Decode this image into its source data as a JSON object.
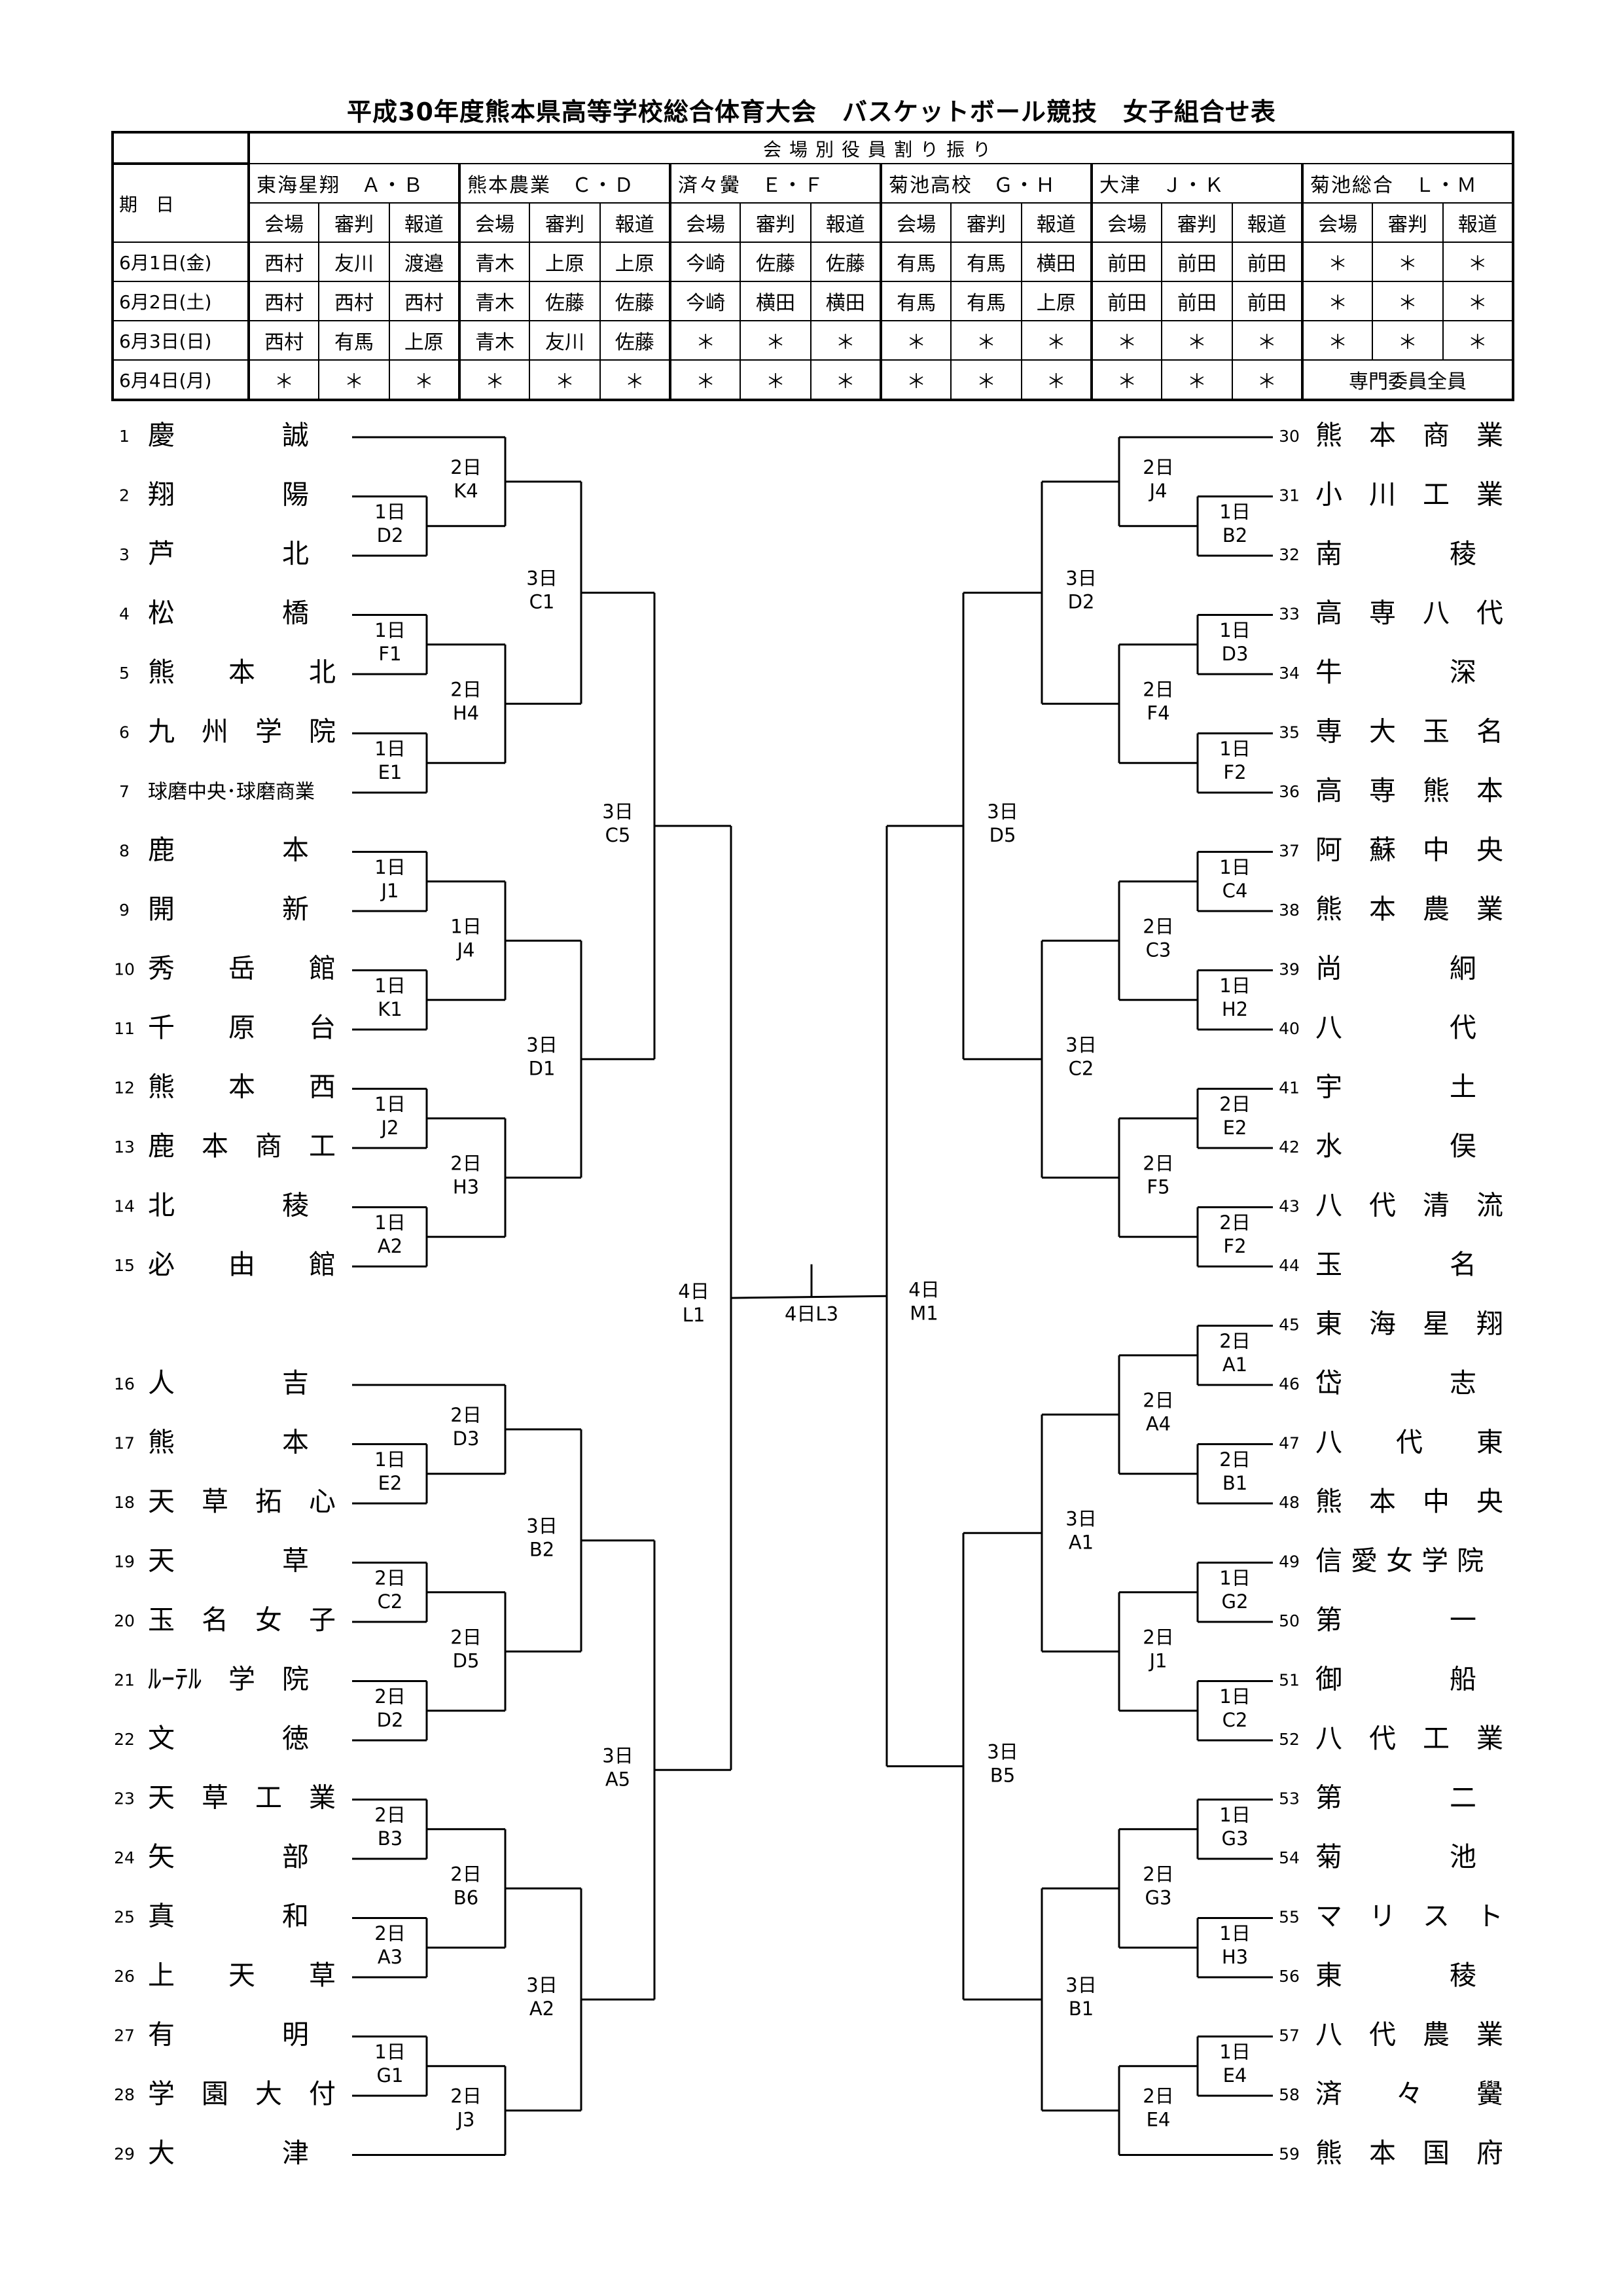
{
  "title": "平成30年度熊本県高等学校総合体育大会　バスケットボール競技　女子組合せ表",
  "staff": {
    "header": "会場別役員割り振り",
    "date_label": "期　日",
    "columns": [
      "会場",
      "審判",
      "報道"
    ],
    "venues": [
      "東海星翔　Ａ・Ｂ",
      "熊本農業　Ｃ・Ｄ",
      "済々黌　Ｅ・Ｆ",
      "菊池高校　Ｇ・Ｈ",
      "大津　Ｊ・Ｋ",
      "菊池総合　Ｌ・Ｍ"
    ],
    "rows": [
      {
        "date": "6月1日(金)",
        "cells": [
          "西村",
          "友川",
          "渡邉",
          "青木",
          "上原",
          "上原",
          "今崎",
          "佐藤",
          "佐藤",
          "有馬",
          "有馬",
          "横田",
          "前田",
          "前田",
          "前田",
          "＊",
          "＊",
          "＊"
        ]
      },
      {
        "date": "6月2日(土)",
        "cells": [
          "西村",
          "西村",
          "西村",
          "青木",
          "佐藤",
          "佐藤",
          "今崎",
          "横田",
          "横田",
          "有馬",
          "有馬",
          "上原",
          "前田",
          "前田",
          "前田",
          "＊",
          "＊",
          "＊"
        ]
      },
      {
        "date": "6月3日(日)",
        "cells": [
          "西村",
          "有馬",
          "上原",
          "青木",
          "友川",
          "佐藤",
          "＊",
          "＊",
          "＊",
          "＊",
          "＊",
          "＊",
          "＊",
          "＊",
          "＊",
          "＊",
          "＊",
          "＊"
        ]
      },
      {
        "date": "6月4日(月)",
        "cells": [
          "＊",
          "＊",
          "＊",
          "＊",
          "＊",
          "＊",
          "＊",
          "＊",
          "＊",
          "＊",
          "＊",
          "＊",
          "＊",
          "＊",
          "＊"
        ],
        "last": "専門委員全員"
      }
    ]
  },
  "teams": [
    {
      "no": "1",
      "name": "慶　　　　誠"
    },
    {
      "no": "2",
      "name": "翔　　　　陽"
    },
    {
      "no": "3",
      "name": "芦　　　　北"
    },
    {
      "no": "4",
      "name": "松　　　　橋"
    },
    {
      "no": "5",
      "name": "熊　　本　　北"
    },
    {
      "no": "6",
      "name": "九　州　学　院"
    },
    {
      "no": "7",
      "name": "球磨中央･球磨商業"
    },
    {
      "no": "8",
      "name": "鹿　　　　本"
    },
    {
      "no": "9",
      "name": "開　　　　新"
    },
    {
      "no": "10",
      "name": "秀　　岳　　館"
    },
    {
      "no": "11",
      "name": "千　　原　　台"
    },
    {
      "no": "12",
      "name": "熊　　本　　西"
    },
    {
      "no": "13",
      "name": "鹿　本　商　工"
    },
    {
      "no": "14",
      "name": "北　　　　稜"
    },
    {
      "no": "15",
      "name": "必　　由　　館"
    },
    {
      "no": "16",
      "name": "人　　　　吉"
    },
    {
      "no": "17",
      "name": "熊　　　　本"
    },
    {
      "no": "18",
      "name": "天　草　拓　心"
    },
    {
      "no": "19",
      "name": "天　　　　草"
    },
    {
      "no": "20",
      "name": "玉　名　女　子"
    },
    {
      "no": "21",
      "name": "ﾙｰﾃﾙ　学　院"
    },
    {
      "no": "22",
      "name": "文　　　　徳"
    },
    {
      "no": "23",
      "name": "天　草　工　業"
    },
    {
      "no": "24",
      "name": "矢　　　　部"
    },
    {
      "no": "25",
      "name": "真　　　　和"
    },
    {
      "no": "26",
      "name": "上　　天　　草"
    },
    {
      "no": "27",
      "name": "有　　　　明"
    },
    {
      "no": "28",
      "name": "学　園　大　付"
    },
    {
      "no": "29",
      "name": "大　　　　津"
    },
    {
      "no": "30",
      "name": "熊　本　商　業"
    },
    {
      "no": "31",
      "name": "小　川　工　業"
    },
    {
      "no": "32",
      "name": "南　　　　稜"
    },
    {
      "no": "33",
      "name": "高　専　八　代"
    },
    {
      "no": "34",
      "name": "牛　　　　深"
    },
    {
      "no": "35",
      "name": "専　大　玉　名"
    },
    {
      "no": "36",
      "name": "高　専　熊　本"
    },
    {
      "no": "37",
      "name": "阿　蘇　中　央"
    },
    {
      "no": "38",
      "name": "熊　本　農　業"
    },
    {
      "no": "39",
      "name": "尚　　　　絅"
    },
    {
      "no": "40",
      "name": "八　　　　代"
    },
    {
      "no": "41",
      "name": "宇　　　　土"
    },
    {
      "no": "42",
      "name": "水　　　　俣"
    },
    {
      "no": "43",
      "name": "八　代　清　流"
    },
    {
      "no": "44",
      "name": "玉　　　　名"
    },
    {
      "no": "45",
      "name": "東　海　星　翔"
    },
    {
      "no": "46",
      "name": "岱　　　　志"
    },
    {
      "no": "47",
      "name": "八　　代　　東"
    },
    {
      "no": "48",
      "name": "熊　本　中　央"
    },
    {
      "no": "49",
      "name": "信 愛 女 学 院"
    },
    {
      "no": "50",
      "name": "第　　　　一"
    },
    {
      "no": "51",
      "name": "御　　　　船"
    },
    {
      "no": "52",
      "name": "八　代　工　業"
    },
    {
      "no": "53",
      "name": "第　　　　二"
    },
    {
      "no": "54",
      "name": "菊　　　　池"
    },
    {
      "no": "55",
      "name": "マ　リ　ス　ト"
    },
    {
      "no": "56",
      "name": "東　　　　稜"
    },
    {
      "no": "57",
      "name": "八　代　農　業"
    },
    {
      "no": "58",
      "name": "済　　々　　黌"
    },
    {
      "no": "59",
      "name": "熊　本　国　府"
    }
  ],
  "matches": [
    {
      "day": "2日",
      "court": "K4"
    },
    {
      "day": "1日",
      "court": "D2"
    },
    {
      "day": "3日",
      "court": "C1"
    },
    {
      "day": "1日",
      "court": "F1"
    },
    {
      "day": "2日",
      "court": "H4"
    },
    {
      "day": "1日",
      "court": "E1"
    },
    {
      "day": "3日",
      "court": "C5"
    },
    {
      "day": "1日",
      "court": "J1"
    },
    {
      "day": "1日",
      "court": "J4"
    },
    {
      "day": "1日",
      "court": "K1"
    },
    {
      "day": "3日",
      "court": "D1"
    },
    {
      "day": "1日",
      "court": "J2"
    },
    {
      "day": "2日",
      "court": "H3"
    },
    {
      "day": "1日",
      "court": "A2"
    },
    {
      "day": "4日",
      "court": "L1"
    },
    {
      "day": "2日",
      "court": "D3"
    },
    {
      "day": "1日",
      "court": "E2"
    },
    {
      "day": "3日",
      "court": "B2"
    },
    {
      "day": "2日",
      "court": "C2"
    },
    {
      "day": "2日",
      "court": "D5"
    },
    {
      "day": "2日",
      "court": "D2"
    },
    {
      "day": "3日",
      "court": "A5"
    },
    {
      "day": "2日",
      "court": "B3"
    },
    {
      "day": "2日",
      "court": "B6"
    },
    {
      "day": "2日",
      "court": "A3"
    },
    {
      "day": "3日",
      "court": "A2"
    },
    {
      "day": "1日",
      "court": "G1"
    },
    {
      "day": "2日",
      "court": "J3"
    },
    {
      "day": "2日",
      "court": "J4"
    },
    {
      "day": "1日",
      "court": "B2"
    },
    {
      "day": "3日",
      "court": "D2"
    },
    {
      "day": "1日",
      "court": "D3"
    },
    {
      "day": "2日",
      "court": "F4"
    },
    {
      "day": "1日",
      "court": "F2"
    },
    {
      "day": "3日",
      "court": "D5"
    },
    {
      "day": "1日",
      "court": "C4"
    },
    {
      "day": "2日",
      "court": "C3"
    },
    {
      "day": "1日",
      "court": "H2"
    },
    {
      "day": "3日",
      "court": "C2"
    },
    {
      "day": "2日",
      "court": "E2"
    },
    {
      "day": "2日",
      "court": "F5"
    },
    {
      "day": "2日",
      "court": "F2"
    },
    {
      "day": "4日",
      "court": "M1"
    },
    {
      "day": "2日",
      "court": "A1"
    },
    {
      "day": "2日",
      "court": "A4"
    },
    {
      "day": "2日",
      "court": "B1"
    },
    {
      "day": "3日",
      "court": "A1"
    },
    {
      "day": "1日",
      "court": "G2"
    },
    {
      "day": "2日",
      "court": "J1"
    },
    {
      "day": "1日",
      "court": "C2"
    },
    {
      "day": "3日",
      "court": "B5"
    },
    {
      "day": "1日",
      "court": "G3"
    },
    {
      "day": "2日",
      "court": "G3"
    },
    {
      "day": "1日",
      "court": "H3"
    },
    {
      "day": "3日",
      "court": "B1"
    },
    {
      "day": "1日",
      "court": "E4"
    },
    {
      "day": "2日",
      "court": "E4"
    }
  ],
  "final": "4日L3"
}
